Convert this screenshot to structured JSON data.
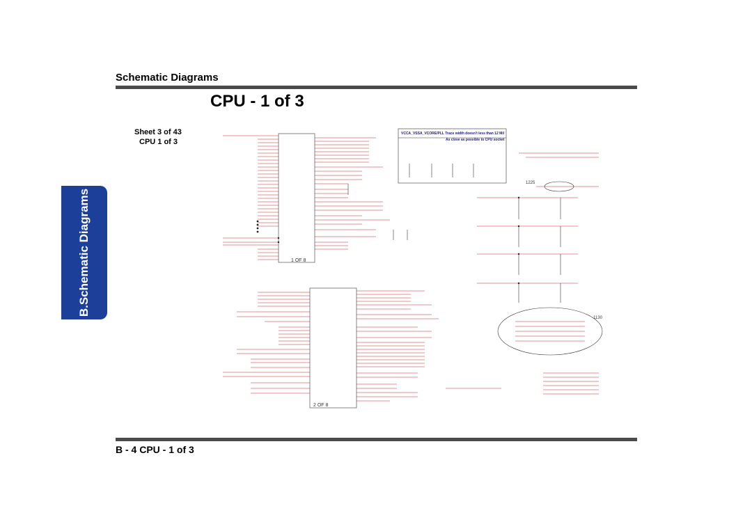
{
  "side_tab": {
    "label": "B.Schematic Diagrams"
  },
  "header": {
    "section_title": "Schematic  Diagrams"
  },
  "page": {
    "heading": "CPU - 1 of 3"
  },
  "sheet": {
    "number_line": "Sheet 3 of 43",
    "name": "CPU 1 of 3"
  },
  "footer": {
    "title": "B - 4  CPU - 1 of 3"
  },
  "schematic": {
    "note_title": "VCCA_VSSA_VCORE/PLL Trace width doesn't less than 12 Mil",
    "note_sub": "As close as possible to CPU socket",
    "block_marker_a": "1 OF 8",
    "block_marker_b": "2 OF 8",
    "ref_a": "1225",
    "ref_b": "1130"
  },
  "colors": {
    "tab_blue": "#1c3f99",
    "wire_red": "#cc2222",
    "wire_black": "#333333"
  }
}
